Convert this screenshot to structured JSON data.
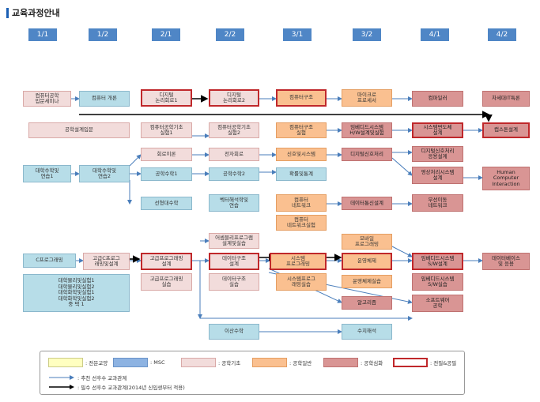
{
  "title": "교육과정안내",
  "semesters": [
    "1/1",
    "1/2",
    "2/1",
    "2/2",
    "3/1",
    "3/2",
    "4/1",
    "4/2"
  ],
  "courses": {
    "c1": "컴퓨터공학\n입문세미나",
    "c2": "컴퓨터 개론",
    "c3": "디지털\n논리회로1",
    "c4": "디지털\n논리회로2",
    "c5": "컴퓨터구조",
    "c6": "마이크로\n프로세서",
    "c7": "컴파일러",
    "c8": "차세대IT특론",
    "c9": "공학설계입문",
    "c10": "컴퓨터공학기초\n실험1",
    "c11": "컴퓨터공학기초\n실험2",
    "c12": "컴퓨터구조\n실험",
    "c13": "임베디드시스템\nH/W설계및실험",
    "c14": "시스템변도체\n설계",
    "c15": "캡스톤설계",
    "c16": "회로이론",
    "c17": "전자회로",
    "c18": "신호및시스템",
    "c19": "디지털신호처리",
    "c20": "디지털신호처리\n응용설계",
    "c21": "대학수학및\n연습1",
    "c22": "대학수학및\n연습2",
    "c23": "공학수학1",
    "c24": "공학수학2",
    "c25": "확률및통계",
    "c26": "영상처리시스템\n설계",
    "c27": "Human\nComputer\nInteraction",
    "c28": "선형대수학",
    "c29": "벡터해석학및\n연습",
    "c30": "컴퓨터\n네트워크",
    "c31": "데이터통신설계",
    "c32": "무선이동\n네트워크",
    "c33": "컴퓨터\n네트워크실험",
    "c34": "어셈블리프로그램\n설계및실습",
    "c35": "모바일\n프로그래밍",
    "c36": "C프로그래밍",
    "c37": "고급C프로그\n래밍및설계",
    "c38": "고급프로그래밍\n설계",
    "c39": "데이터구조\n설계",
    "c40": "시스템\n프로그래밍",
    "c41": "운영체제",
    "c42": "임베디드시스템\nS/W설계",
    "c43": "데이터베이스\n및 응용",
    "c44": "대학물리및실험1\n대학물리및실험2\n대학화학및실험1\n대학화학및실험2\n중 택 1",
    "c45": "고급프로그래밍\n실습",
    "c46": "데이터구조\n실습",
    "c47": "시스템프로그\n래밍실습",
    "c48": "운영체제실습",
    "c49": "임베디드시스템\nS/W실습",
    "c50": "알고리즘",
    "c51": "소프트웨어\n공학",
    "c52": "이산수학",
    "c53": "수치해석"
  },
  "legend": {
    "general": ": 전문교양",
    "msc": ": MSC",
    "basic": ": 공학기초",
    "gen": ": 공학일반",
    "deep": ": 공학심화",
    "design": ": 전필&공필",
    "rec": ": 추천 선후수 교과관계",
    "req": ": 필수 선후수 교과관계(2014년 신입생부터 적용)"
  },
  "colors": {
    "semester": "#4f86c6",
    "general": "#ffffc0",
    "msc": "#b7dde8",
    "basic": "#f2dcdb",
    "gen": "#fac090",
    "deep": "#d99594",
    "design_border": "#c0282b",
    "arrow": "#4a7ebb"
  }
}
